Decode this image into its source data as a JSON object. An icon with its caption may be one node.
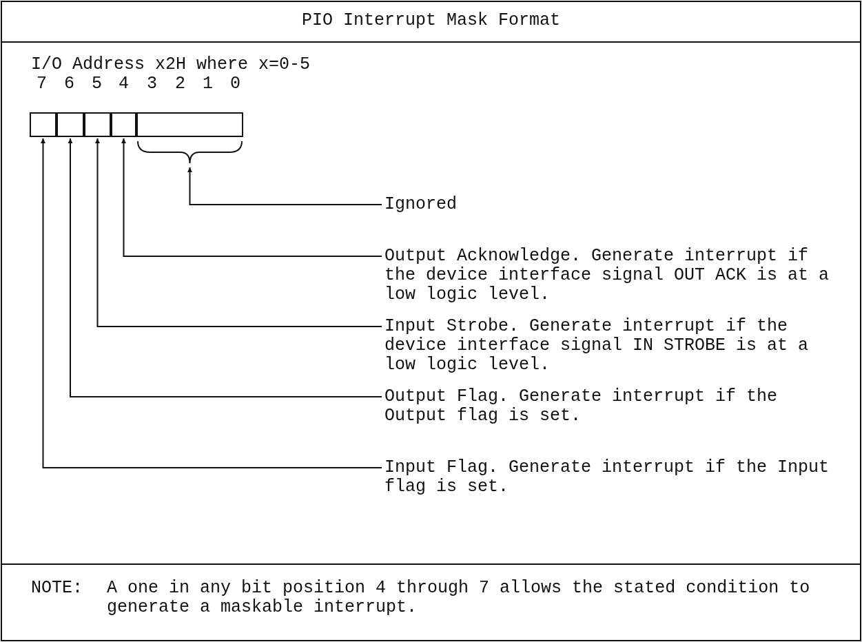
{
  "diagram": {
    "title": "PIO Interrupt Mask Format",
    "nodes": [
      {
        "text": [],
        "shape": "box"
      },
      {
        "text": [],
        "shape": "box"
      },
      {
        "text": [],
        "shape": "box"
      },
      {
        "text": [],
        "shape": "box"
      },
      {
        "text": [],
        "shape": "box"
      },
      {
        "text": [
          "Ignored"
        ]
      },
      {
        "text": [
          "Output Acknowledge. Generate interrupt if the device interface signal OUT ACK is at a low logic level."
        ]
      },
      {
        "text": [
          "Input Strobe. Generate interrupt if the device interface signal IN STROBE is at a low logic level."
        ]
      },
      {
        "text": [
          "Output Flag. Generate interrupt if the Output flag is set."
        ]
      },
      {
        "text": [
          "Input Flag. Generate interrupt if the Input flag is set."
        ]
      }
    ],
    "edges": [
      {
        "from": 5,
        "to": 4,
        "arrow": "to"
      },
      {
        "from": 6,
        "to": 3,
        "arrow": "to"
      },
      {
        "from": 7,
        "to": 2,
        "arrow": "to"
      },
      {
        "from": 8,
        "to": 1,
        "arrow": "to"
      },
      {
        "from": 9,
        "to": 0,
        "arrow": "to"
      }
    ],
    "labels": [
      "I/O Address x2H where x=0-5",
      "7",
      "6",
      "5",
      "4",
      "3",
      "2",
      "1",
      "0",
      "NOTE:",
      "A one in any bit position 4 through 7 allows the stated condition to generate a maskable interrupt."
    ]
  }
}
